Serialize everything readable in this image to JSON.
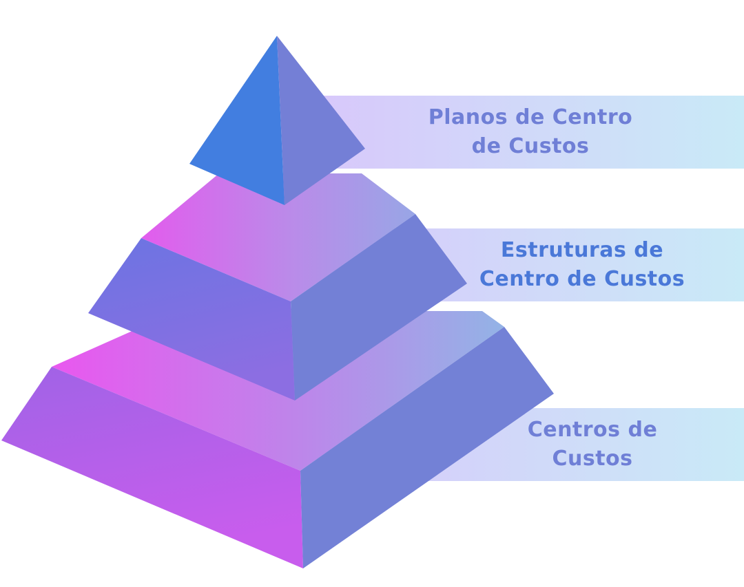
{
  "levels": [
    {
      "id": "top",
      "lines": [
        "Planos de Centro",
        "de Custos"
      ]
    },
    {
      "id": "middle",
      "lines": [
        "Estruturas de",
        "Centro de Custos"
      ]
    },
    {
      "id": "bottom",
      "lines": [
        "Centros de",
        "Custos"
      ]
    }
  ],
  "colors": {
    "label_top": "#6f7fd6",
    "label_middle": "#4a78d8",
    "label_bottom": "#6f7fd6",
    "band_start": "#d8c8fb",
    "band_end": "#c9eaf7",
    "pyramid_blue": "#417de0",
    "pyramid_side": "#7380d6",
    "pyramid_magenta": "#e855ee",
    "pyramid_violet": "#8d6ee0"
  }
}
